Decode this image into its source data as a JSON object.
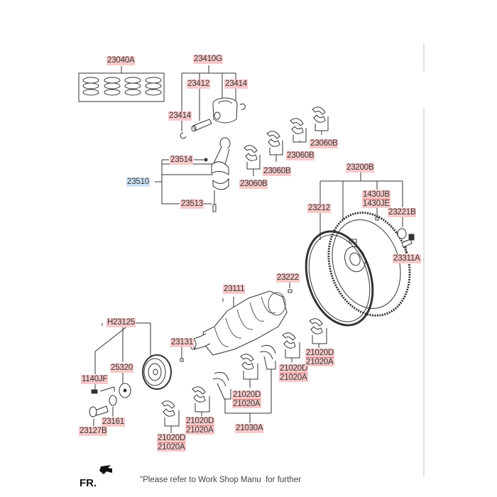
{
  "diagram": {
    "title": "Crankshaft & Piston Assembly",
    "front_indicator": "FR.",
    "footnote": "\"Please refer to Work Shop Manu  for further",
    "colors": {
      "label_bg": "#f8c9c9",
      "highlight_bg": "#cfe2f7",
      "line": "#333333"
    },
    "labels": {
      "ring_set": "23040A",
      "piston_assy": "23410G",
      "pin": "23412",
      "clip_right": "23414",
      "clip_left": "23414",
      "conrod_bolt_nut": "23514",
      "conrod_assy": "23510",
      "conrod_bolt": "23513",
      "conrod_bearing_1": "23060B",
      "conrod_bearing_2": "23060B",
      "conrod_bearing_3": "23060B",
      "conrod_bearing_4": "23060B",
      "flywheel_assy": "23200B",
      "ring_gear": "23212",
      "dowel_1": "1430JB",
      "dowel_2": "1430JE",
      "flywheel_washer": "23221B",
      "flywheel_bolt": "23311A",
      "crank_pin": "23222",
      "crankshaft": "23111",
      "pulley_assy": "H23125",
      "woodruff_key": "23131",
      "pulley_hub": "25320",
      "pulley_bolt_small": "1140JF",
      "pulley_washer": "23161",
      "pulley_bolt": "23127B",
      "main_bearing_a_top": "21020D",
      "main_bearing_a_bot": "21020A",
      "main_bearing_b_top": "21020D",
      "main_bearing_b_bot": "21020A",
      "main_bearing_c_top": "21020D",
      "main_bearing_c_bot": "21020A",
      "main_bearing_d_top": "21020D",
      "main_bearing_d_bot": "21020A",
      "main_bearing_e_top": "21020D",
      "main_bearing_e_bot": "21020A",
      "thrust_washer": "21030A"
    }
  }
}
